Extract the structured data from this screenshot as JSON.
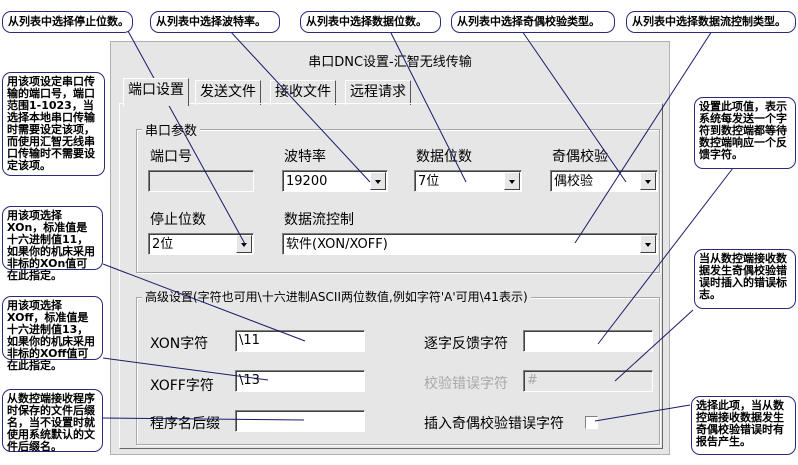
{
  "window": {
    "title": "串口DNC设置-汇智无线传输"
  },
  "tabs": [
    {
      "label": "端口设置",
      "active": true
    },
    {
      "label": "发送文件",
      "active": false
    },
    {
      "label": "接收文件",
      "active": false
    },
    {
      "label": "远程请求",
      "active": false
    }
  ],
  "serial_group": {
    "title": "串口参数",
    "port_label": "端口号",
    "port_value": "",
    "baud_label": "波特率",
    "baud_value": "19200",
    "databits_label": "数据位数",
    "databits_value": "7位",
    "parity_label": "奇偶校验",
    "parity_value": "偶校验",
    "stopbits_label": "停止位数",
    "stopbits_value": "2位",
    "flow_label": "数据流控制",
    "flow_value": "软件(XON/XOFF)"
  },
  "advanced_group": {
    "title": "高级设置(字符也可用\\十六进制ASCII两位数值,例如字符'A'可用\\41表示)",
    "xon_label": "XON字符",
    "xon_value": "\\11",
    "xoff_label": "XOFF字符",
    "xoff_value": "\\13",
    "suffix_label": "程序名后缀",
    "suffix_value": "",
    "feedback_label": "逐字反馈字符",
    "feedback_value": "",
    "parity_err_label": "校验错误字符",
    "parity_err_value": "#",
    "insert_parity_label": "插入奇偶校验错误字符",
    "insert_parity_checked": false
  },
  "callouts": {
    "stopbits": "从列表中选择停止位数。",
    "baud": "从列表中选择波特率。",
    "databits": "从列表中选择数据位数。",
    "parity": "从列表中选择奇偶校验类型。",
    "flow": "从列表中选择数据流控制类型。",
    "port": "用该项设定串口传输的端口号，端口范围1-1023，当选择本地串口传输时需要设定该项，而使用汇智无线串口传输时不需要设定该项。",
    "xon": "用该项选择XOn，标准值是十六进制值11，如果你的机床采用非标的XOn值可在此指定。",
    "xoff": "用该项选择XOff，标准值是十六进制值13，如果你的机床采用非标的XOff值可在此指定。",
    "suffix": "从数控端接收程序时保存的文件后缀名，当不设置时就使用系统默认的文件后缀名。",
    "feedback": "设置此项值，表示系统每发送一个字符到数控端都等待数控端响应一个反馈字符。",
    "parity_err": "当从数控端接收数据发生奇偶校验错误时插入的错误标志。",
    "insert_parity": "选择此项，当从数控端接收数据发生奇偶校验错误时有报告产生。"
  }
}
